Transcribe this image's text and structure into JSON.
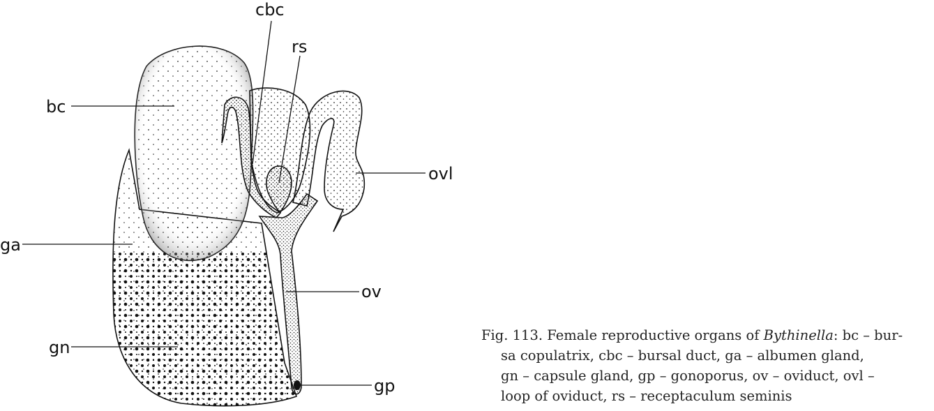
{
  "labels": {
    "bc": "bc",
    "cbc": "cbc",
    "rs": "rs",
    "ovl": "ovl",
    "ga": "ga",
    "ov": "ov",
    "gn": "gn",
    "gp": "gp"
  },
  "caption": {
    "line1_prefix": "Fig. 113. Female reproductive organs of ",
    "genus": "Bythinella",
    "line1_suffix": ": bc – bur-",
    "line2": "sa copulatrix, cbc – bursal duct, ga – albumen gland,",
    "line3": "gn – capsule gland, gp – gonoporus, ov – oviduct, ovl –",
    "line4": "loop of oviduct, rs – receptaculum seminis"
  }
}
